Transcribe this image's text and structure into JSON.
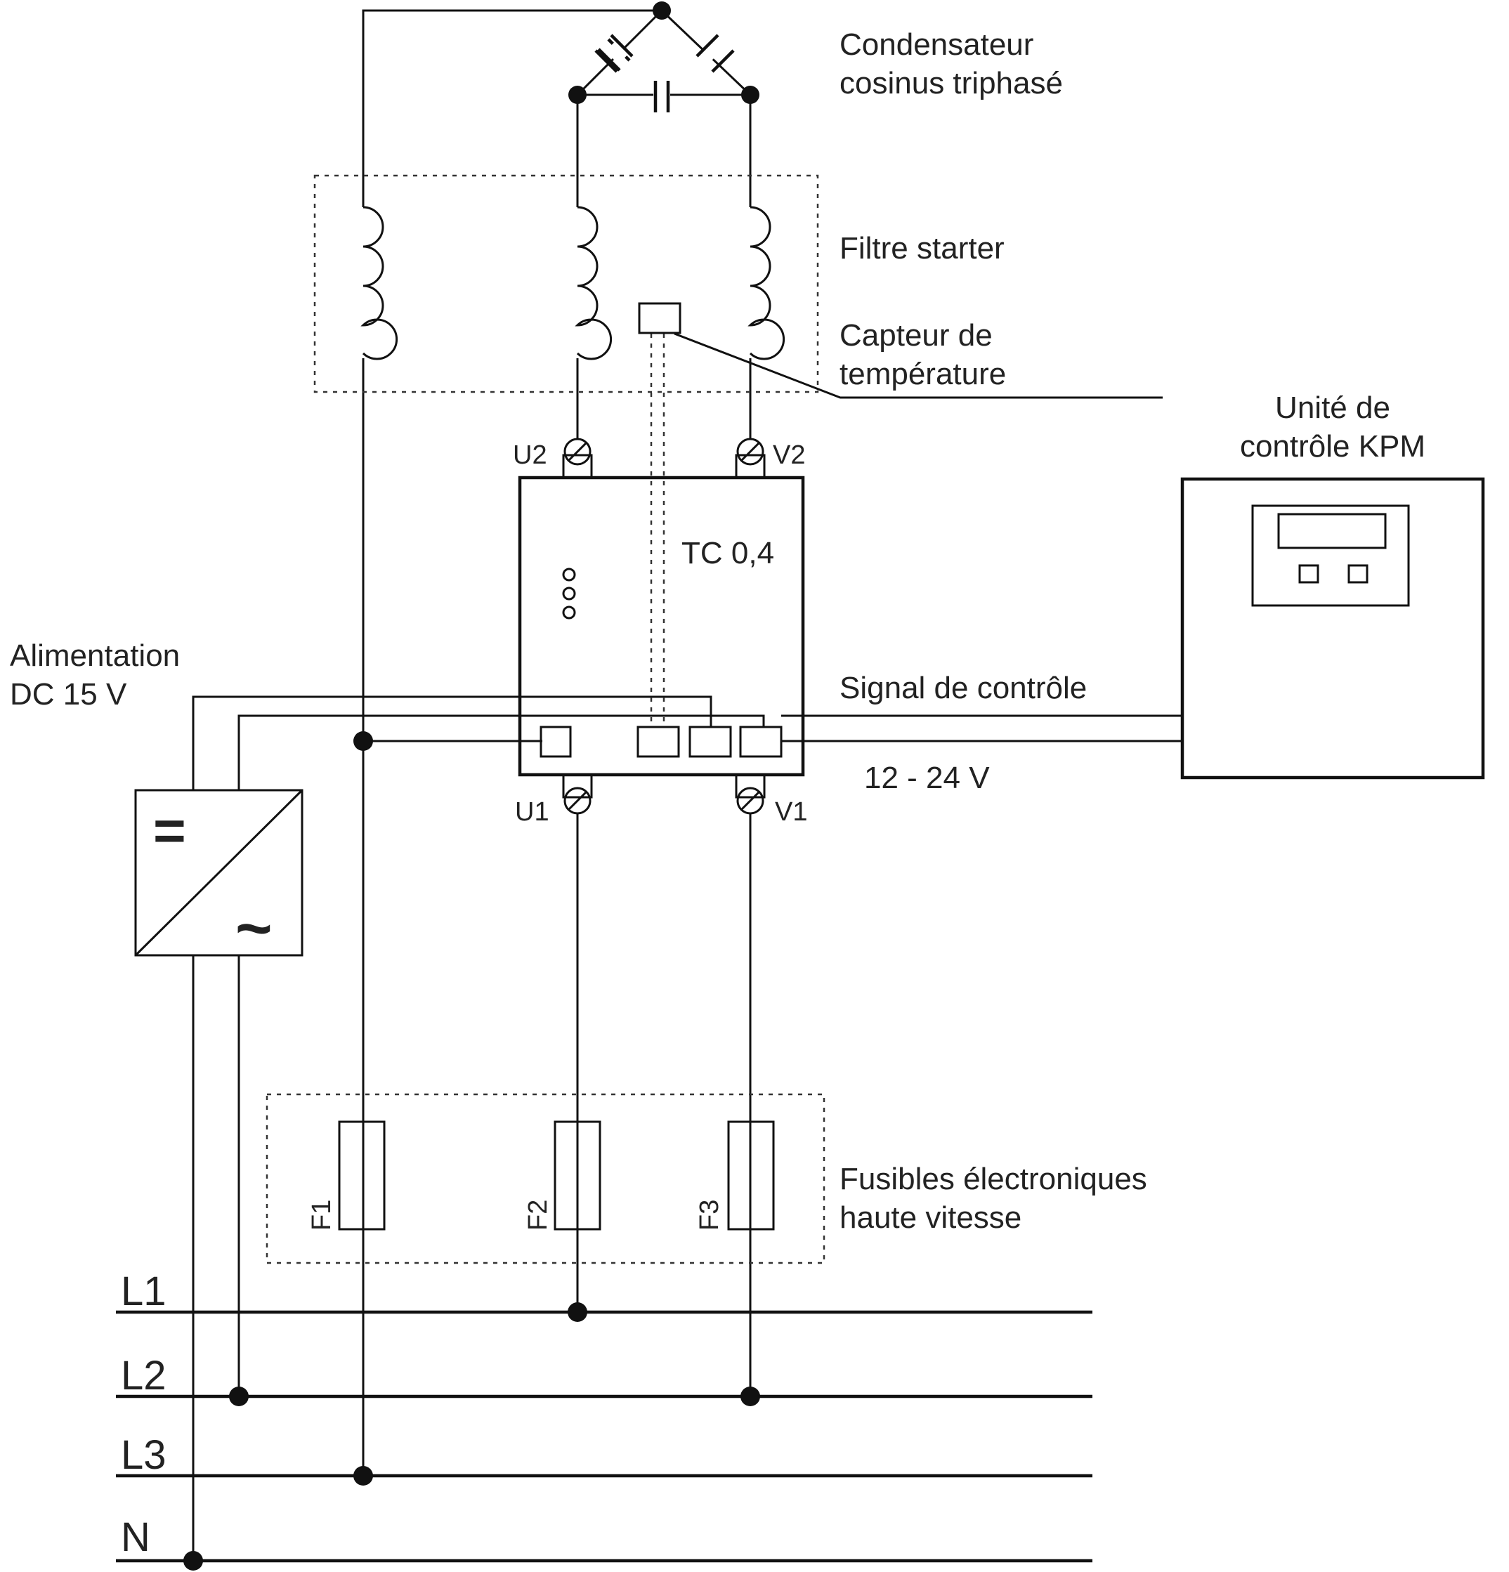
{
  "labels": {
    "capacitor": [
      "Condensateur",
      "cosinus triphasé"
    ],
    "filter": "Filtre starter",
    "sensor": [
      "Capteur de",
      "température"
    ],
    "kpm": [
      "Unité de",
      "contrôle KPM"
    ],
    "thyristor": "TC 0,4",
    "power_supply": [
      "Alimentation",
      "DC 15 V"
    ],
    "signal": "Signal de contrôle",
    "voltage": "12 - 24 V",
    "fuses": [
      "Fusibles électroniques",
      "haute vitesse"
    ]
  },
  "terminals": {
    "u2": "U2",
    "v2": "V2",
    "u1": "U1",
    "v1": "V1"
  },
  "fuse_ids": [
    "F1",
    "F2",
    "F3"
  ],
  "buses": [
    "L1",
    "L2",
    "L3",
    "N"
  ],
  "symbols": {
    "dc": "=",
    "ac": "~"
  }
}
